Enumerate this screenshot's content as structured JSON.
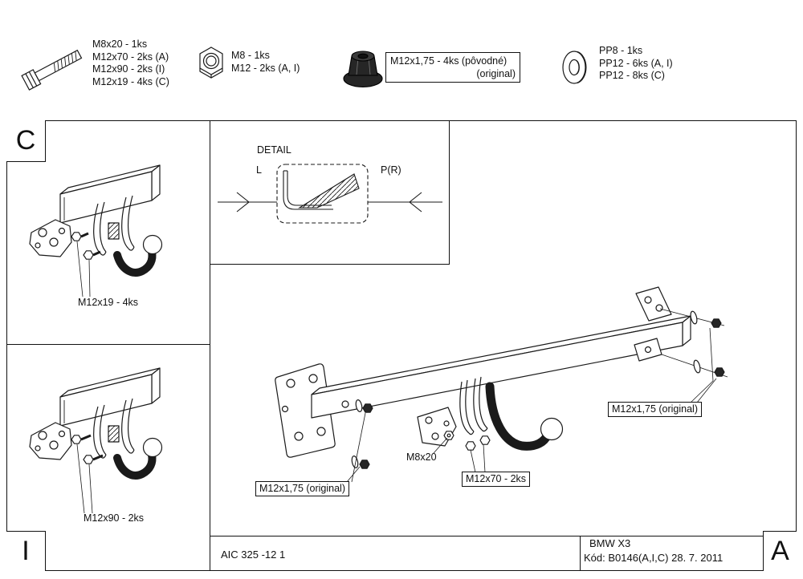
{
  "legend": {
    "bolt": {
      "lines": [
        "M8x20 - 1ks",
        "M12x70 - 2ks (A)",
        "M12x90 - 2ks (I)",
        "M12x19 - 4ks (C)"
      ]
    },
    "nut": {
      "lines": [
        "M8 - 1ks",
        "M12 - 2ks (A, I)"
      ]
    },
    "flange_nut": {
      "line1": "M12x1,75 - 4ks (pôvodné)",
      "line2": "(original)"
    },
    "washer": {
      "lines": [
        "PP8 - 1ks",
        "PP12 - 6ks (A, I)",
        "PP12 - 8ks (C)"
      ]
    }
  },
  "panel_c": {
    "letter": "C",
    "callout": "M12x19 - 4ks"
  },
  "panel_i": {
    "letter": "I",
    "callout": "M12x90 - 2ks"
  },
  "detail_view": {
    "title": "DETAIL",
    "label_left": "L",
    "label_right": "P(R)"
  },
  "main_view": {
    "callout_nut_right": "M12x1,75 (original)",
    "callout_nut_left": "M12x1,75 (original)",
    "callout_bolt_m8": "M8x20",
    "callout_bolt_m12": "M12x70 - 2ks"
  },
  "footer": {
    "doc_number": "AIC 325 -12 1",
    "model": "BMW X3",
    "code": "Kód: B0146(A,I,C)  28. 7. 2011",
    "revision": "A"
  },
  "colors": {
    "line": "#1a1a1a",
    "dark_part": "#262626"
  }
}
